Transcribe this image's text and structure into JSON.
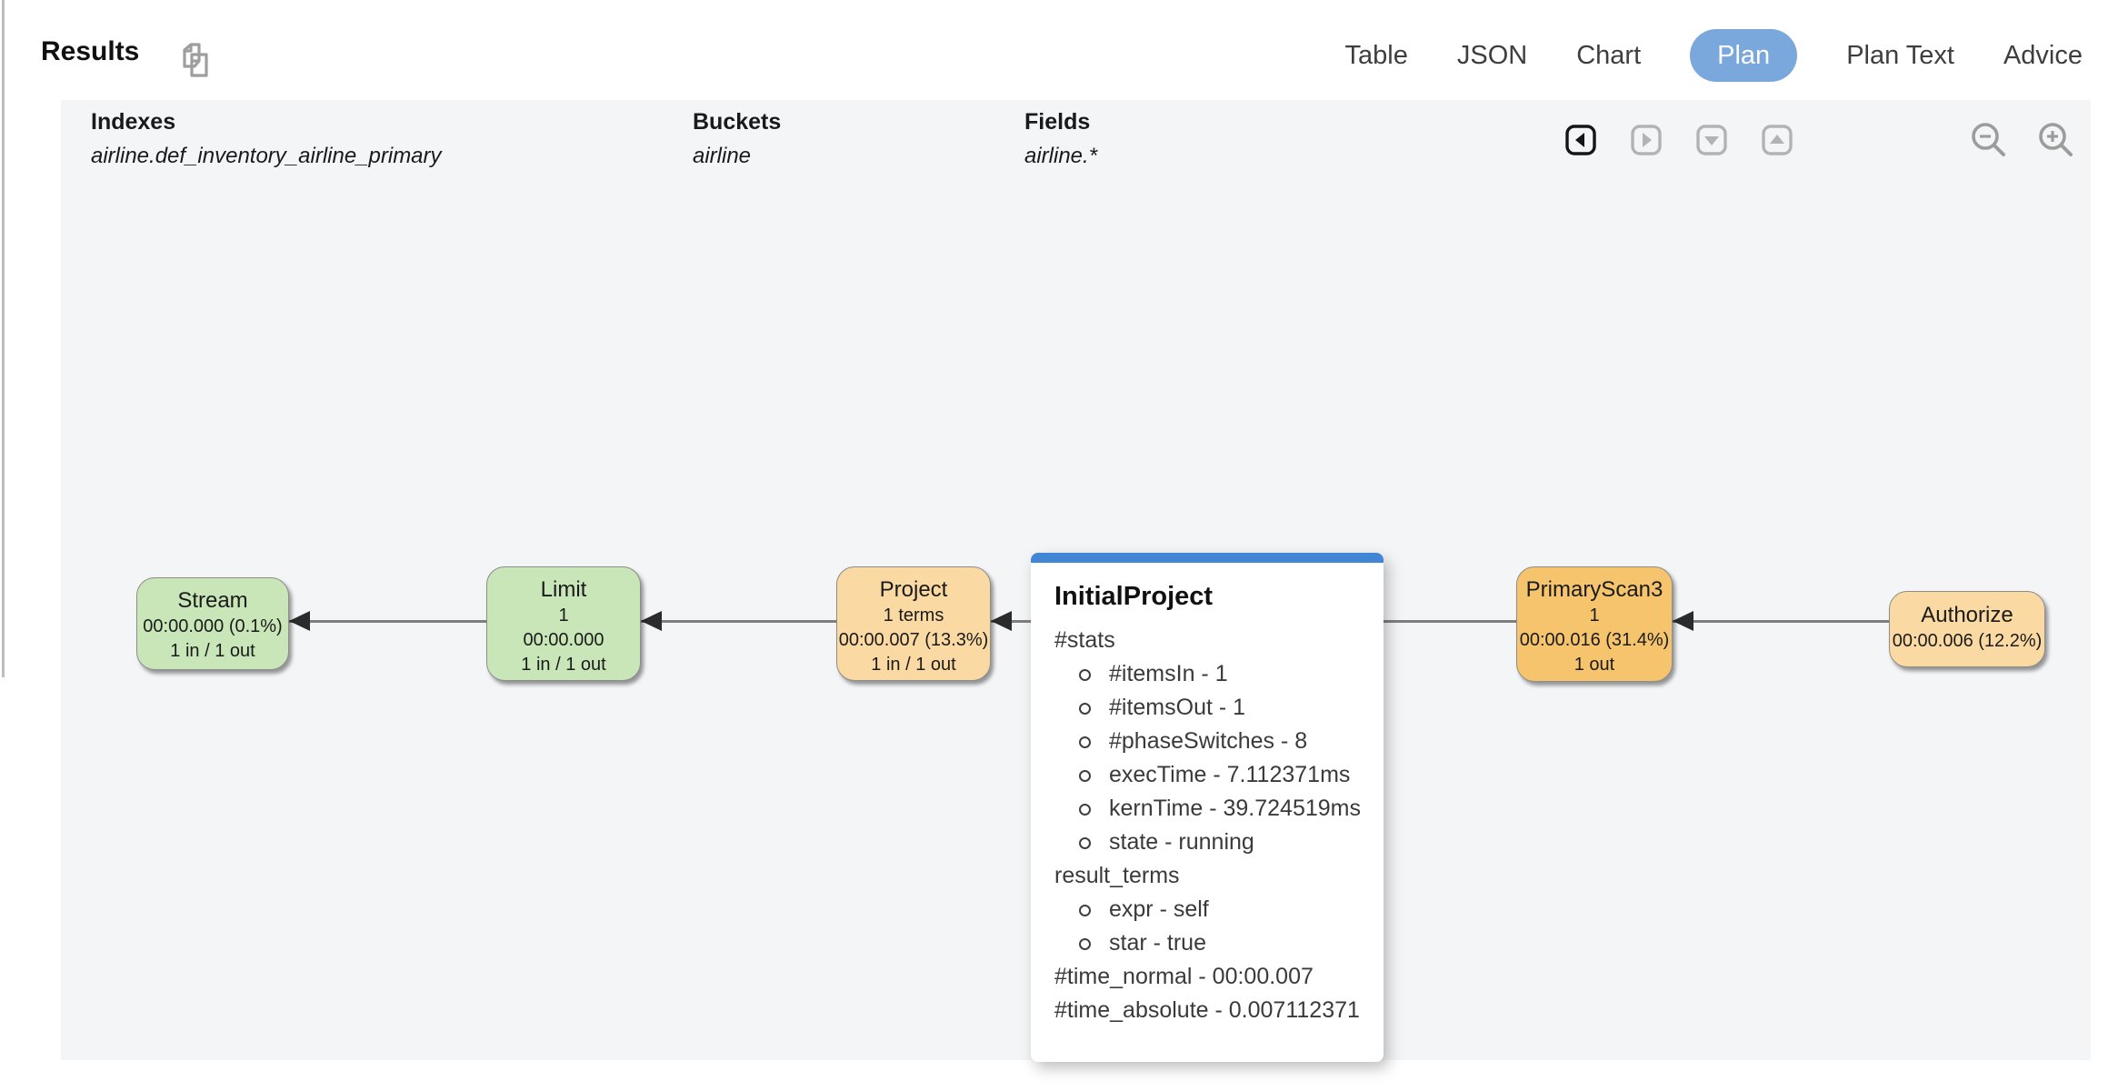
{
  "header": {
    "title": "Results",
    "tabs": [
      {
        "label": "Table",
        "active": false
      },
      {
        "label": "JSON",
        "active": false
      },
      {
        "label": "Chart",
        "active": false
      },
      {
        "label": "Plan",
        "active": true
      },
      {
        "label": "Plan Text",
        "active": false
      },
      {
        "label": "Advice",
        "active": false
      }
    ],
    "active_tab_color": "#7aa7dc"
  },
  "plan_meta": {
    "indexes": {
      "label": "Indexes",
      "value": "airline.def_inventory_airline_primary"
    },
    "buckets": {
      "label": "Buckets",
      "value": "airline"
    },
    "fields": {
      "label": "Fields",
      "value": "airline.*"
    }
  },
  "toolbar": {
    "orientation_buttons": [
      {
        "name": "orient-left",
        "active": true
      },
      {
        "name": "orient-right",
        "active": false
      },
      {
        "name": "orient-down",
        "active": false
      },
      {
        "name": "orient-up",
        "active": false
      }
    ],
    "zoom_out": "zoom-out-icon",
    "zoom_in": "zoom-in-icon"
  },
  "diagram": {
    "node_colors": {
      "green": "#c9e6b8",
      "orange": "#fbd9a2",
      "orange_dark": "#f5c46c"
    },
    "nodes": [
      {
        "title": "Stream",
        "lines": [
          "00:00.000 (0.1%)",
          "1 in / 1 out"
        ],
        "color": "#c9e6b8"
      },
      {
        "title": "Limit",
        "lines": [
          "1",
          "00:00.000",
          "1 in / 1 out"
        ],
        "color": "#c9e6b8"
      },
      {
        "title": "Project",
        "lines": [
          "1 terms",
          "00:00.007 (13.3%)",
          "1 in / 1 out"
        ],
        "color": "#fbd9a2"
      },
      {
        "title": "PrimaryScan3",
        "lines": [
          "1",
          "00:00.016 (31.4%)",
          "1 out"
        ],
        "color": "#f5c46c"
      },
      {
        "title": "Authorize",
        "lines": [
          "00:00.006 (12.2%)"
        ],
        "color": "#fbd9a2"
      }
    ]
  },
  "tooltip": {
    "title": "InitialProject",
    "accent_color": "#4185d5",
    "sections": [
      {
        "heading": "#stats",
        "bullets": [
          "#itemsIn - 1",
          "#itemsOut - 1",
          "#phaseSwitches - 8",
          "execTime - 7.112371ms",
          "kernTime - 39.724519ms",
          "state - running"
        ]
      },
      {
        "heading": "result_terms",
        "bullets": [
          "expr - self",
          "star - true"
        ]
      }
    ],
    "footer_lines": [
      "#time_normal - 00:00.007",
      "#time_absolute - 0.007112371"
    ]
  }
}
